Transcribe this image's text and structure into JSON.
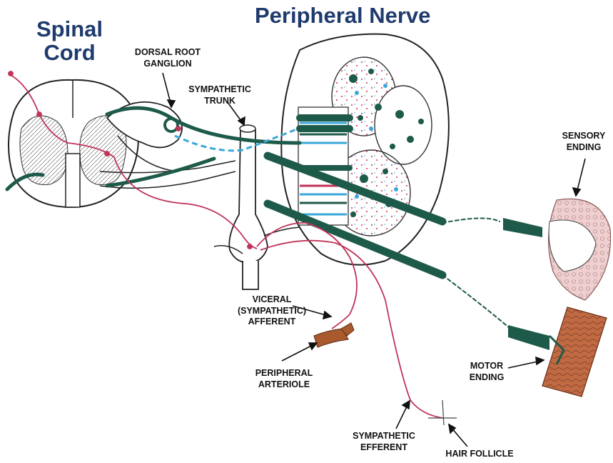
{
  "titles": {
    "spinal_cord": "Spinal Cord",
    "spinal_cord_line1": "Spinal",
    "spinal_cord_line2": "Cord",
    "peripheral_nerve": "Peripheral Nerve"
  },
  "labels": {
    "dorsal_root_ganglion_1": "DORSAL ROOT",
    "dorsal_root_ganglion_2": "GANGLION",
    "sympathetic_trunk_1": "SYMPATHETIC",
    "sympathetic_trunk_2": "TRUNK",
    "sensory_ending_1": "SENSORY",
    "sensory_ending_2": "ENDING",
    "visceral_afferent_1": "VICERAL",
    "visceral_afferent_2": "(SYMPATHETIC)",
    "visceral_afferent_3": "AFFERENT",
    "peripheral_arteriole_1": "PERIPHERAL",
    "peripheral_arteriole_2": "ARTERIOLE",
    "motor_ending_1": "MOTOR",
    "motor_ending_2": "ENDING",
    "sympathetic_efferent_1": "SYMPATHETIC",
    "sympathetic_efferent_2": "EFFERENT",
    "hair_follicle": "HAIR FOLLICLE"
  },
  "colors": {
    "title_blue": "#1f3b6e",
    "nerve_green": "#1e5a4a",
    "sympathetic_pink": "#c0335a",
    "sensory_blue": "#3aa7d9",
    "muscle_brown": "#b8603a",
    "skin_pink": "#ecc6c6"
  }
}
